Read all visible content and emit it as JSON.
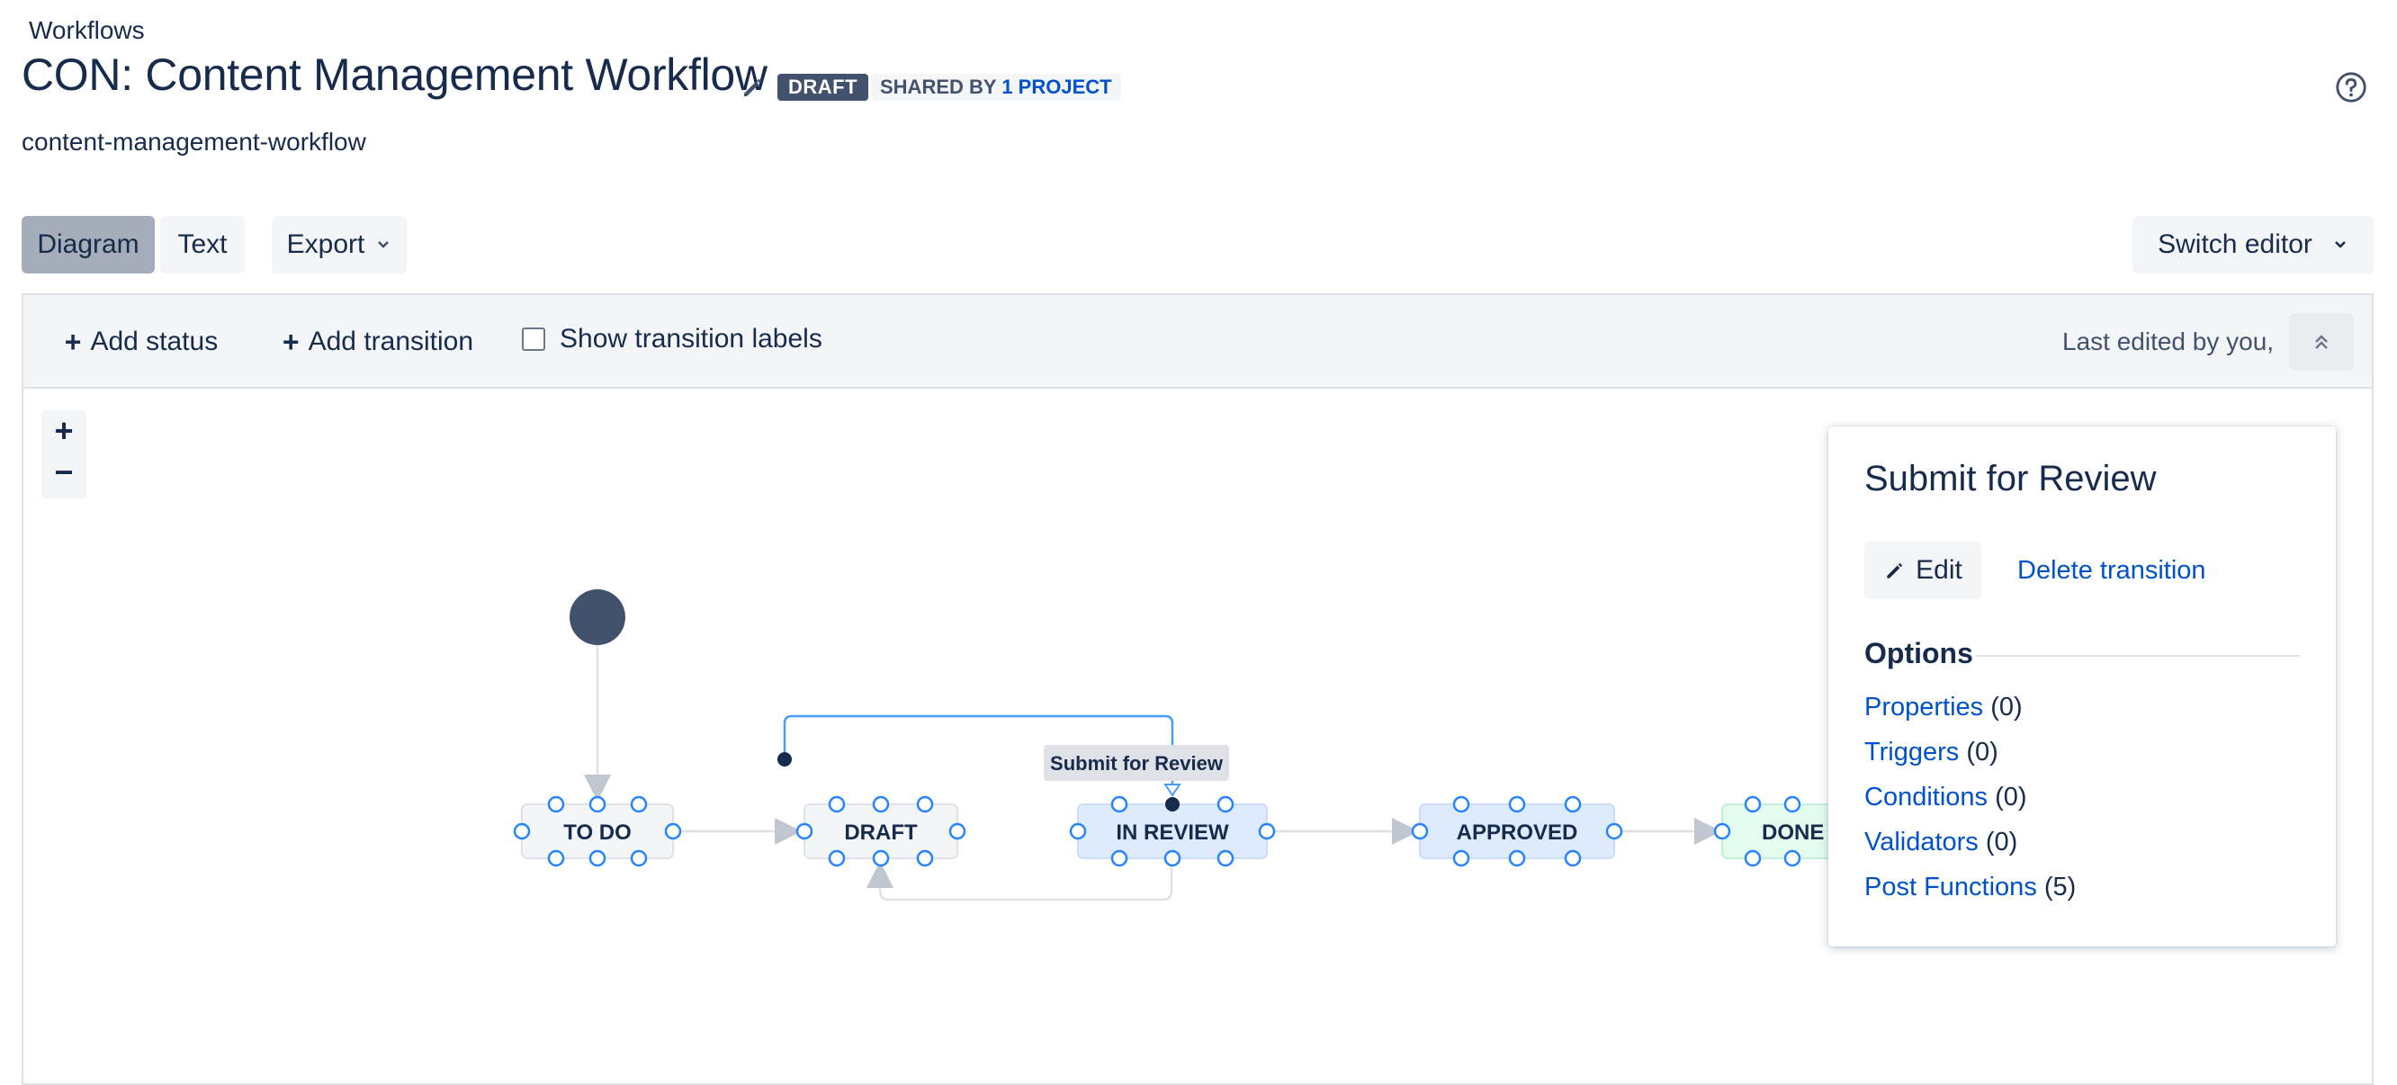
{
  "header": {
    "breadcrumb": "Workflows",
    "title": "CON: Content Management Workflow",
    "draft_badge": "DRAFT",
    "shared_prefix": "SHARED BY",
    "shared_link": "1 PROJECT",
    "subtitle": "content-management-workflow",
    "help_icon": "question-circle-icon"
  },
  "view_tabs": [
    {
      "label": "Diagram",
      "selected": true
    },
    {
      "label": "Text",
      "selected": false
    }
  ],
  "export_label": "Export",
  "switch_editor_label": "Switch editor",
  "editor_toolbar": {
    "add_status": "Add status",
    "add_transition": "Add transition",
    "show_labels": "Show transition labels",
    "show_labels_checked": false,
    "last_edited": "Last edited by you,"
  },
  "zoom": {
    "in": "+",
    "out": "−"
  },
  "diagram": {
    "statuses": [
      "TO DO",
      "DRAFT",
      "IN REVIEW",
      "APPROVED",
      "DONE"
    ],
    "selected_transition_label": "Submit for Review",
    "colors": {
      "todo_fill": "#f4f5f7",
      "inprogress_fill": "#deebff",
      "done_fill": "#e3fcef",
      "selected_line": "#4c9aff",
      "start_node": "#42526e"
    }
  },
  "detail_panel": {
    "title": "Submit for Review",
    "edit_label": "Edit",
    "delete_label": "Delete transition",
    "options_heading": "Options",
    "options": [
      {
        "label": "Properties",
        "count": "(0)"
      },
      {
        "label": "Triggers",
        "count": "(0)"
      },
      {
        "label": "Conditions",
        "count": "(0)"
      },
      {
        "label": "Validators",
        "count": "(0)"
      },
      {
        "label": "Post Functions",
        "count": "(5)"
      }
    ]
  }
}
